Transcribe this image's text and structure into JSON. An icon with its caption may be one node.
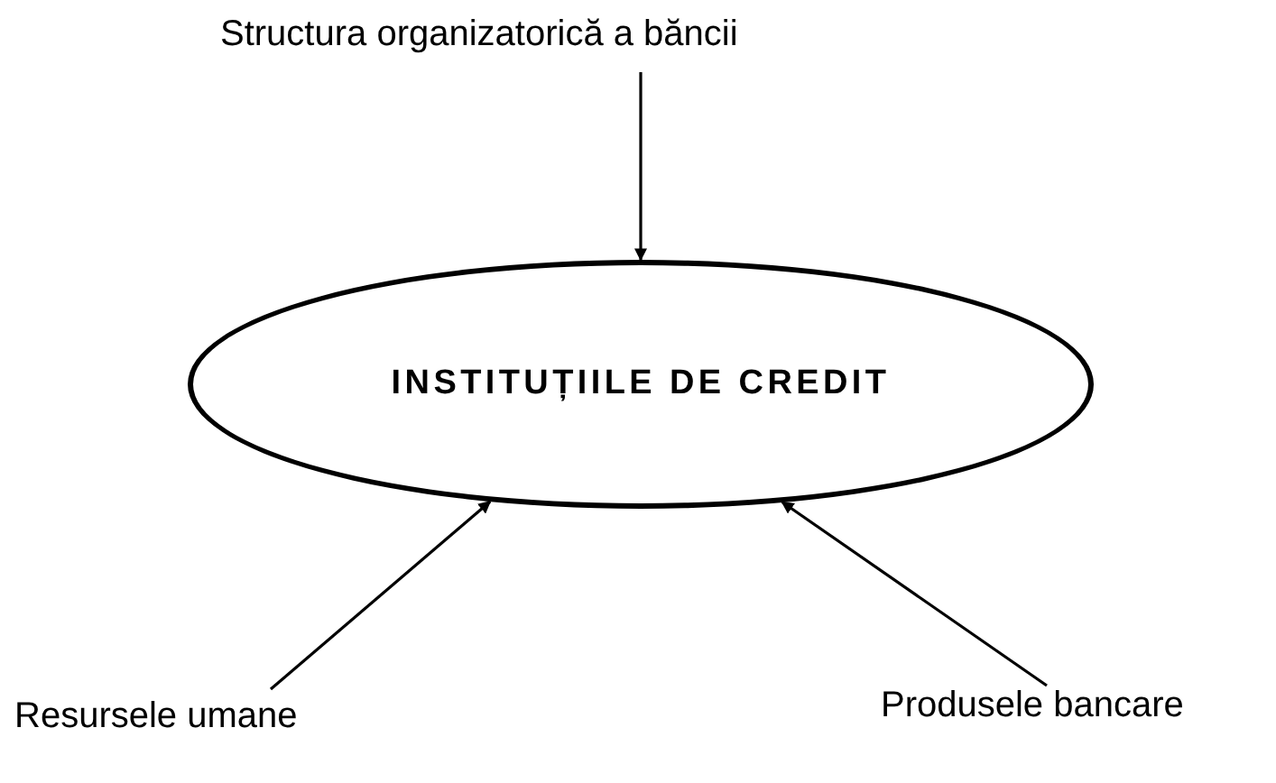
{
  "diagram": {
    "nodes": [
      {
        "text": [
          "Structura organizatorică a băncii"
        ]
      },
      {
        "text": [
          "INSTITUȚIILE DE CREDIT"
        ]
      },
      {
        "text": [
          "Resursele umane"
        ]
      },
      {
        "text": [
          "Produsele bancare"
        ]
      }
    ],
    "edges": [
      {
        "from": 0,
        "to": 1,
        "arrow": "to"
      },
      {
        "from": 2,
        "to": 1,
        "arrow": "to"
      },
      {
        "from": 3,
        "to": 1,
        "arrow": "to"
      }
    ]
  }
}
